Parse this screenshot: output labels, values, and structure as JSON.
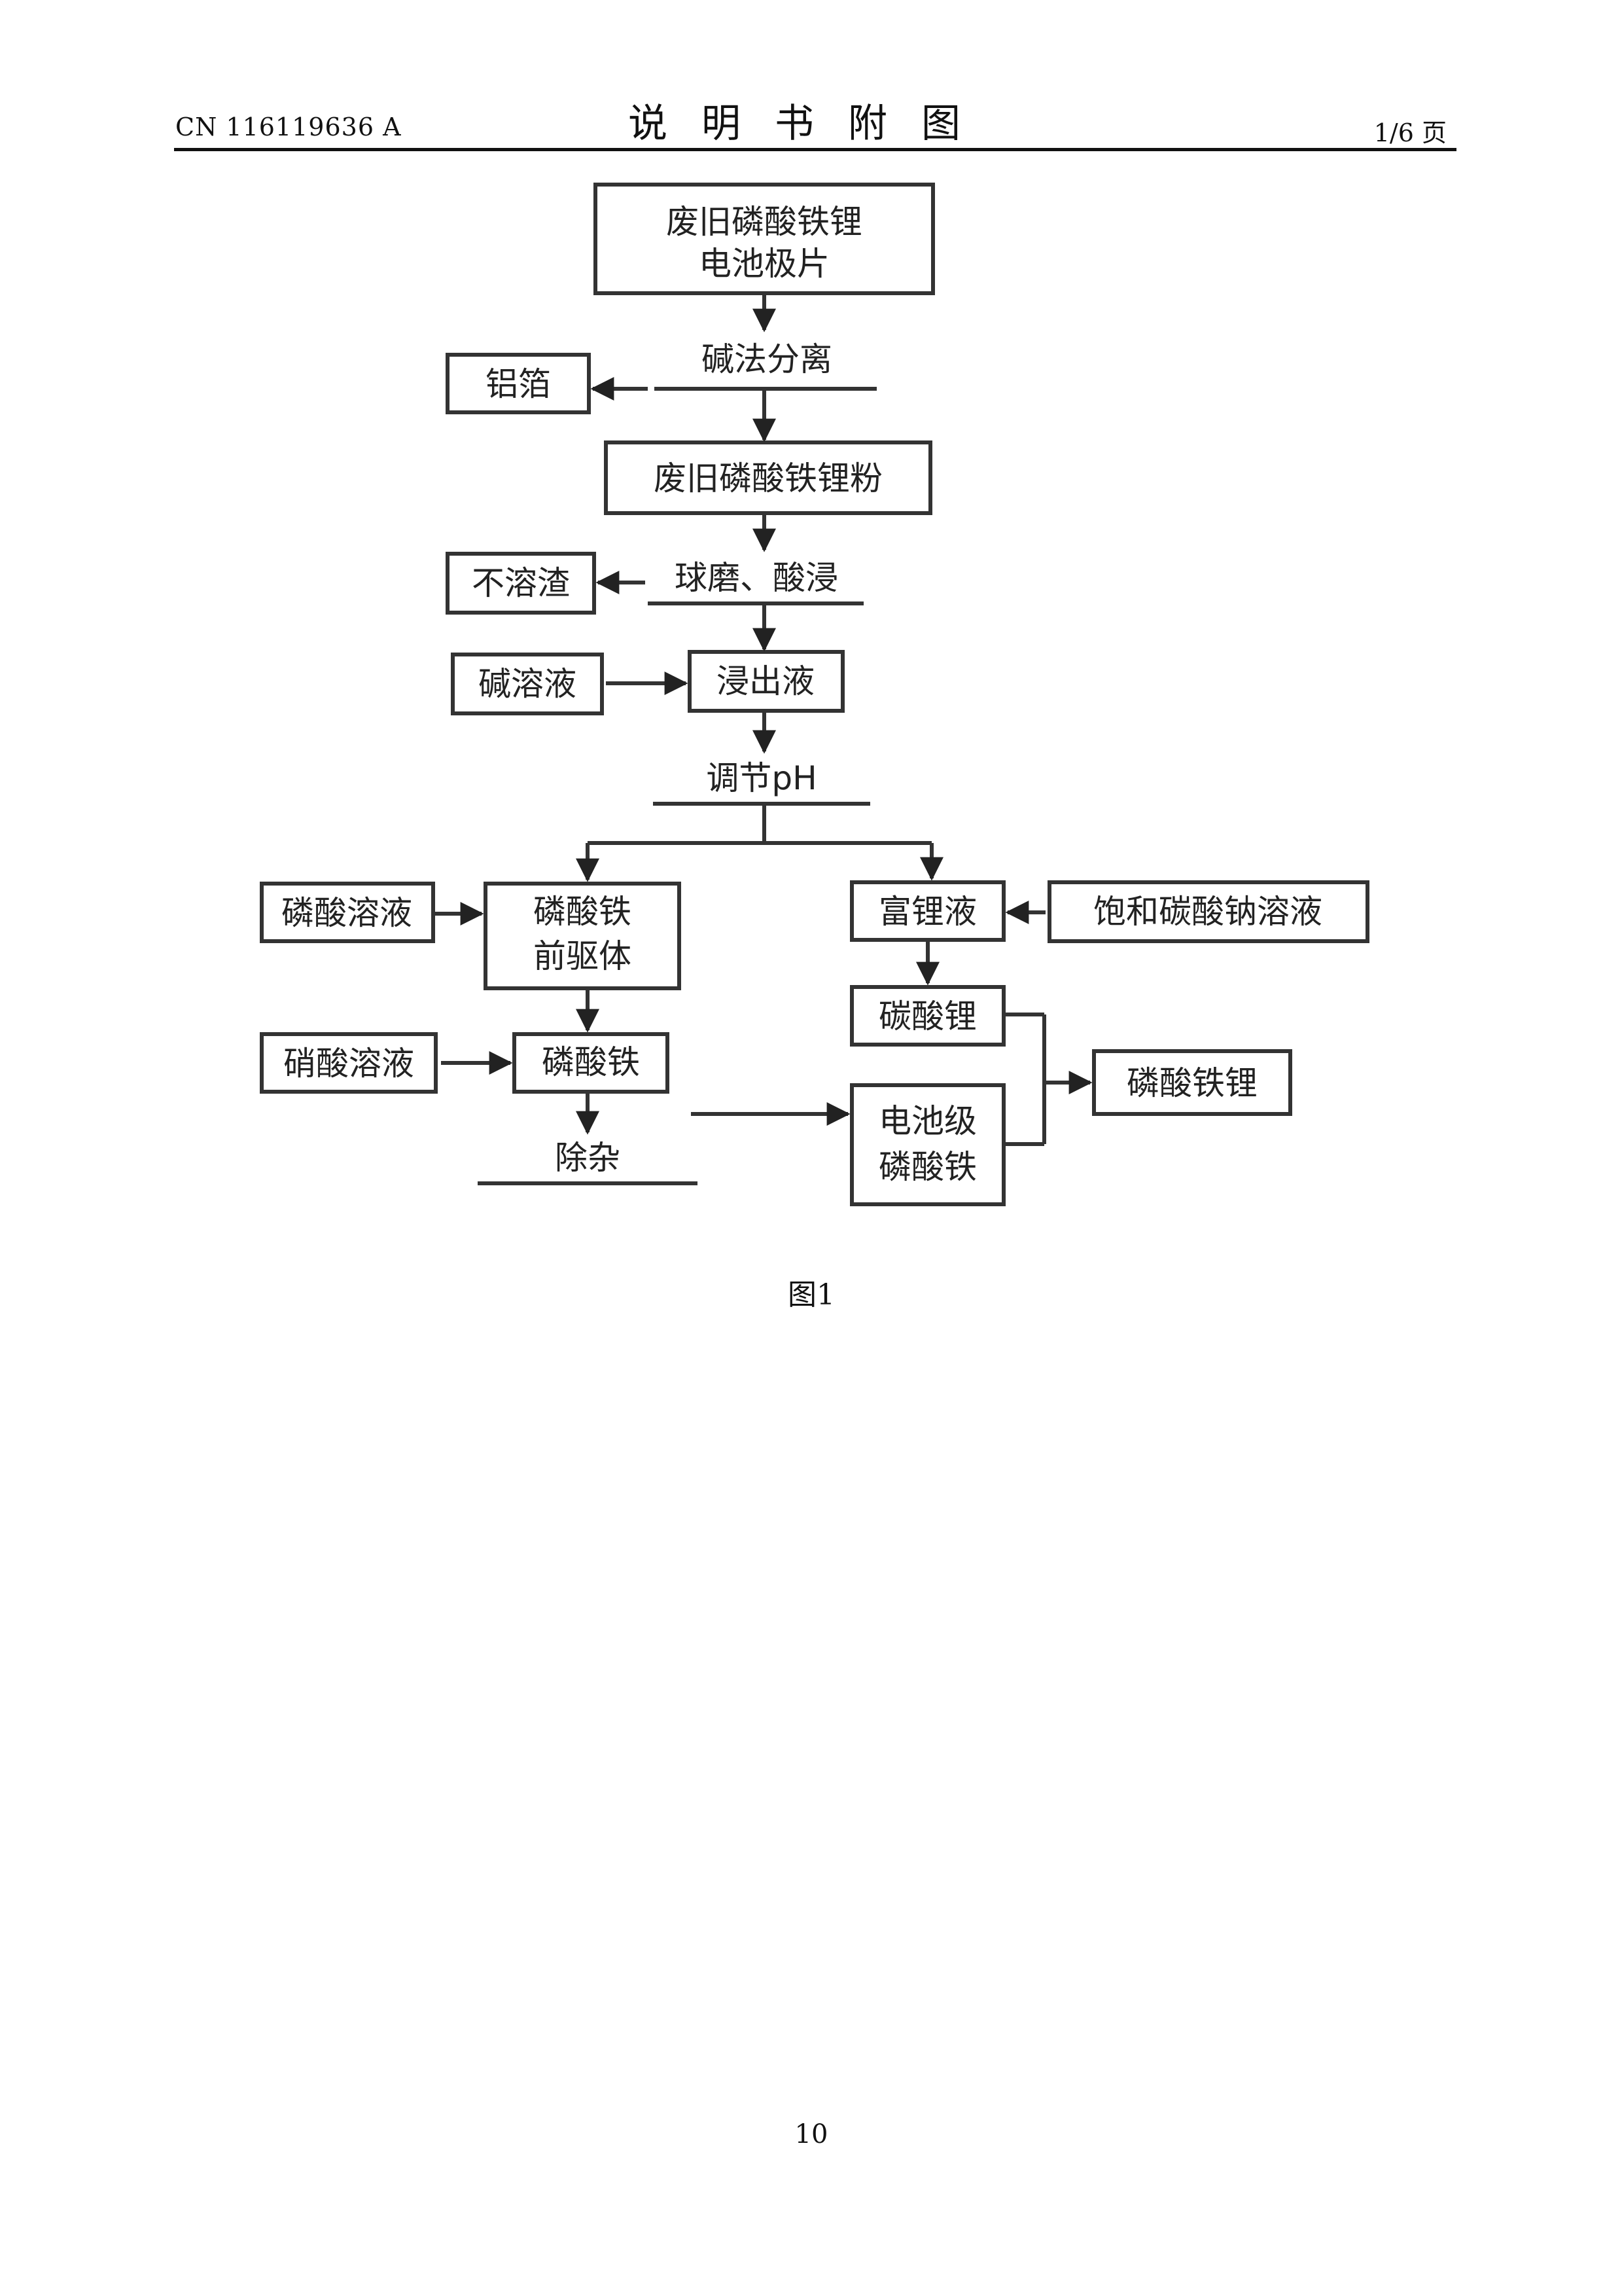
{
  "header": {
    "doc_number": "CN 116119636 A",
    "title": "说明书附图",
    "page_of": "1/6 页"
  },
  "flowchart": {
    "box_spent_electrode": [
      "废旧磷酸铁锂",
      "电池极片"
    ],
    "step_alkali_separation": "碱法分离",
    "box_aluminum_foil": "铝箔",
    "box_spent_lfp_powder": "废旧磷酸铁锂粉",
    "step_ball_mill_acid_leach": "球磨、酸浸",
    "box_insoluble_residue": "不溶渣",
    "box_alkali_solution": "碱溶液",
    "box_leachate": "浸出液",
    "step_adjust_ph": "调节pH",
    "box_phosphoric_acid_solution": "磷酸溶液",
    "box_iron_phosphate_precursor": [
      "磷酸铁",
      "前驱体"
    ],
    "box_lithium_rich_solution": "富锂液",
    "box_sodium_carbonate_solution": "饱和碳酸钠溶液",
    "box_nitric_acid_solution": "硝酸溶液",
    "box_iron_phosphate": "磷酸铁",
    "box_lithium_carbonate": "碳酸锂",
    "box_lithium_iron_phosphate": "磷酸铁锂",
    "step_impurity_removal": "除杂",
    "box_battery_grade_iron_phosphate": [
      "电池级",
      "磷酸铁"
    ]
  },
  "caption": "图1",
  "page_number": "10"
}
